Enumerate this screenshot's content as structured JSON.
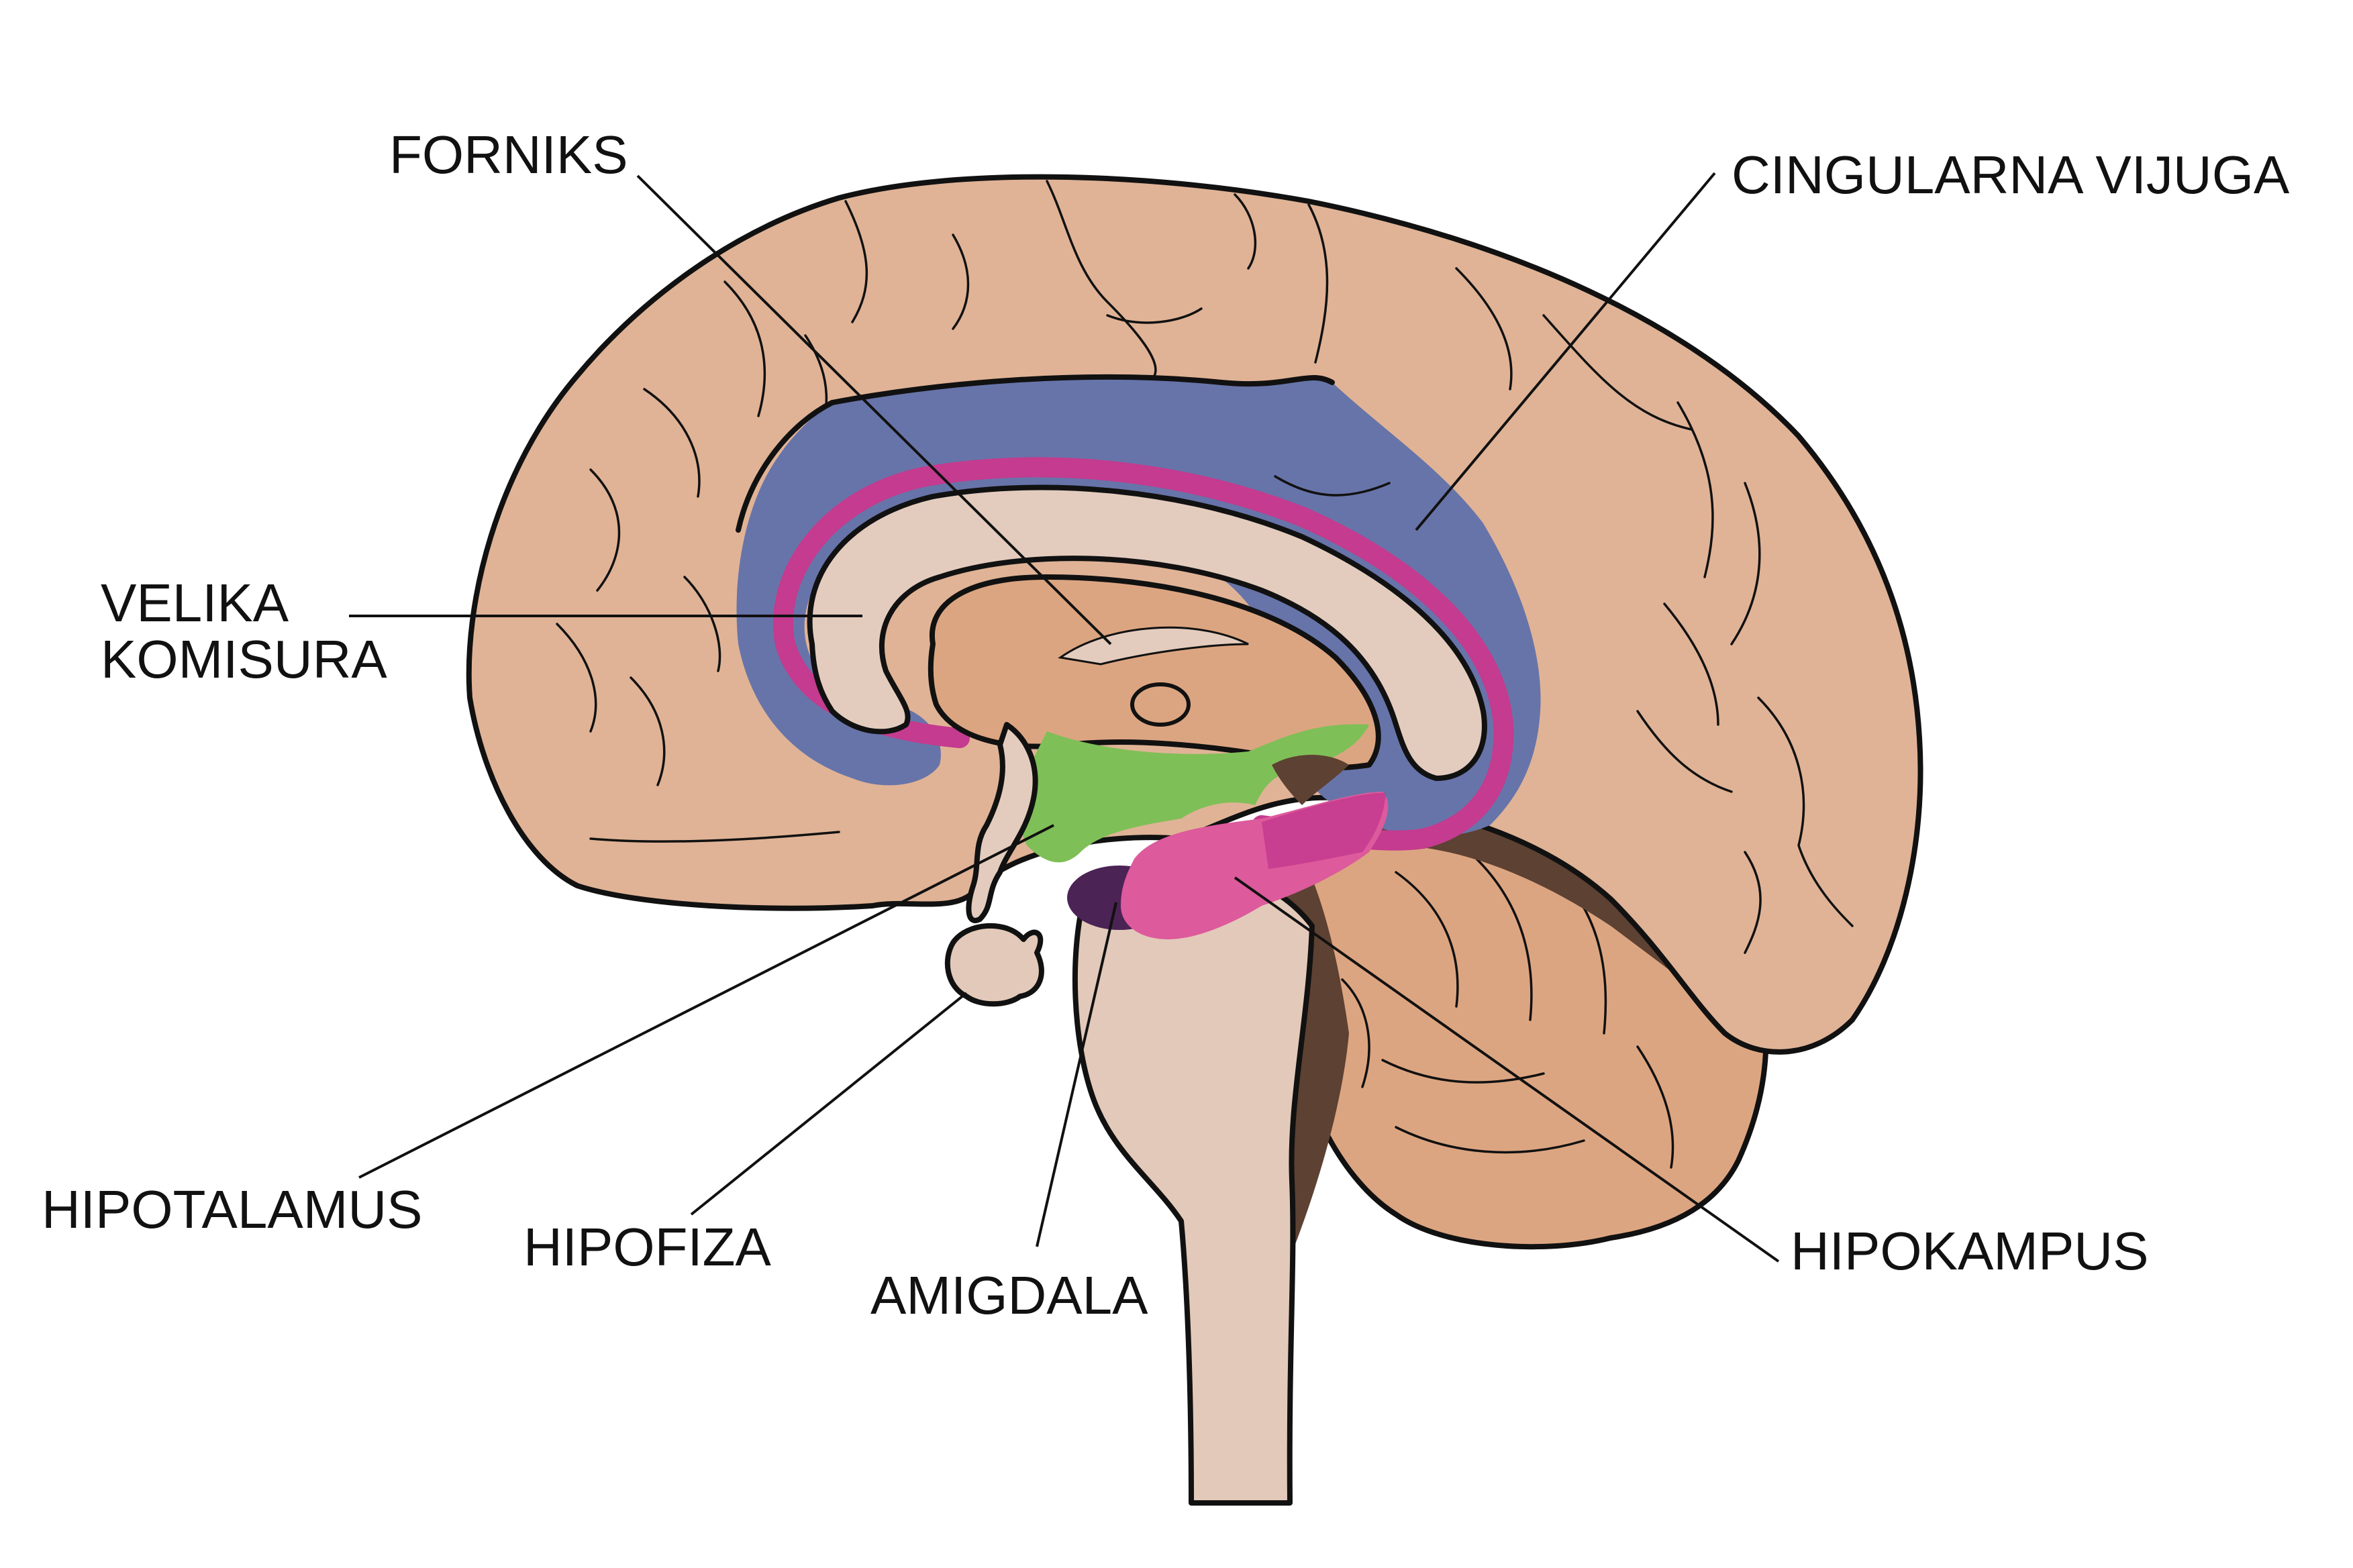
{
  "labels": {
    "forniks": "FORNIKS",
    "cingularna_vijuga": "CINGULARNA VIJUGA",
    "velika_komisura_line1": "VELIKA",
    "velika_komisura_line2": "KOMISURA",
    "hipotalamus": "HIPOTALAMUS",
    "hipofiza": "HIPOFIZA",
    "amigdala": "AMIGDALA",
    "hipokampus": "HIPOKAMPUS"
  },
  "colors": {
    "cortex": "#e0b396",
    "thalamus": "#dca581",
    "corpus_callosum": "#e3ccbe",
    "brainstem": "#e3c9b9",
    "cingulate_gyrus": "#6774a9",
    "fornix": "#c43b8f",
    "hippocampus": "#dd5a9c",
    "hypothalamus": "#7fbf57",
    "amygdala": "#4b2354",
    "dark_tissue": "#5d4132",
    "outline": "#111111"
  }
}
